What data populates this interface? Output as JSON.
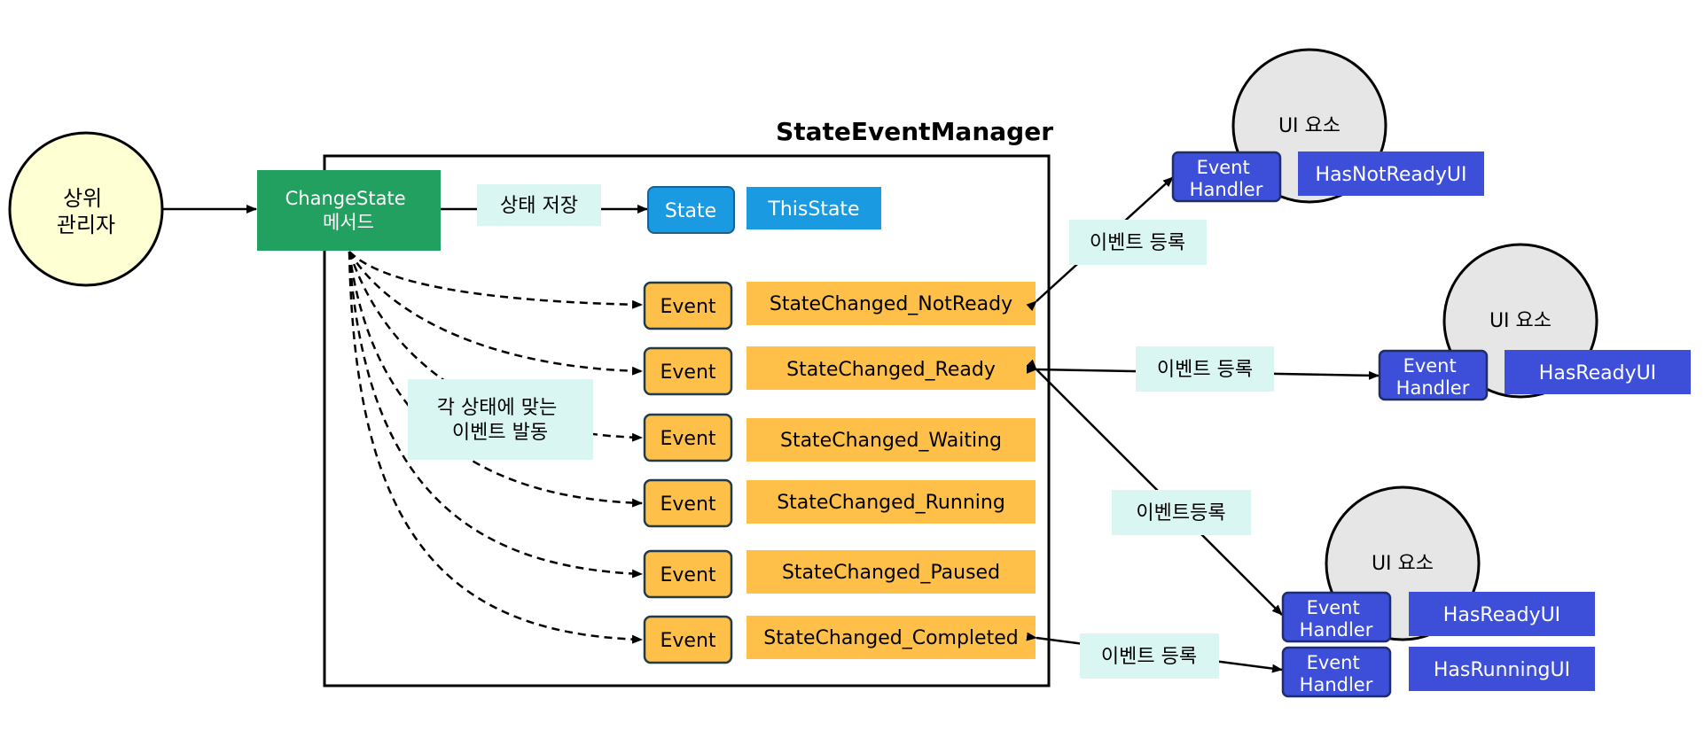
{
  "diagram": {
    "title": "StateEventManager",
    "manager": {
      "label_line1": "상위",
      "label_line2": "관리자"
    },
    "method": {
      "label_line1": "ChangeState",
      "label_line2": "메서드"
    },
    "save_label": "상태 저장",
    "state": {
      "label": "State",
      "field": "ThisState"
    },
    "fire_label_line1": "각 상태에 맞는",
    "fire_label_line2": "이벤트 발동",
    "events": [
      {
        "label": "Event",
        "name": "StateChanged_NotReady"
      },
      {
        "label": "Event",
        "name": "StateChanged_Ready"
      },
      {
        "label": "Event",
        "name": "StateChanged_Waiting"
      },
      {
        "label": "Event",
        "name": "StateChanged_Running"
      },
      {
        "label": "Event",
        "name": "StateChanged_Paused"
      },
      {
        "label": "Event",
        "name": "StateChanged_Completed"
      }
    ],
    "ui_elements": [
      {
        "label": "UI 요소",
        "handlers": [
          {
            "line1": "Event",
            "line2": "Handler",
            "ui": "HasNotReadyUI"
          }
        ]
      },
      {
        "label": "UI 요소",
        "handlers": [
          {
            "line1": "Event",
            "line2": "Handler",
            "ui": "HasReadyUI"
          }
        ]
      },
      {
        "label": "UI 요소",
        "handlers": [
          {
            "line1": "Event",
            "line2": "Handler",
            "ui": "HasReadyUI"
          },
          {
            "line1": "Event",
            "line2": "Handler",
            "ui": "HasRunningUI"
          }
        ]
      }
    ],
    "register_labels": [
      "이벤트 등록",
      "이벤트 등록",
      "이벤트등록",
      "이벤트 등록"
    ],
    "colors": {
      "manager_fill": "#ffffd4",
      "method_fill": "#21a05f",
      "label_fill": "#d9f6f2",
      "state_fill": "#1a9ae0",
      "event_fill": "#ffc04a",
      "ui_circle_fill": "#e6e6e6",
      "handler_fill": "#3d4ed8",
      "handler_border": "#1f2d6b",
      "ui_name_fill": "#3d4ed8"
    }
  }
}
